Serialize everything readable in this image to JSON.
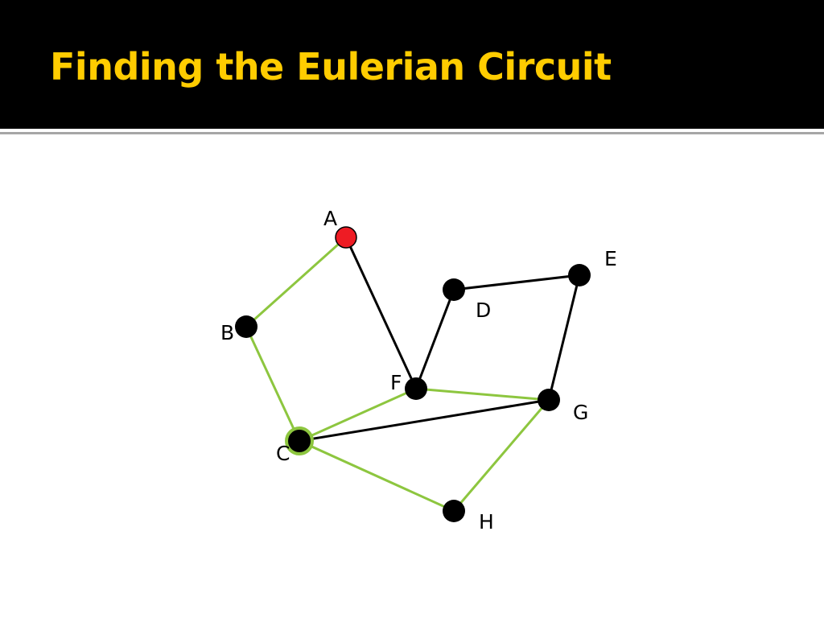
{
  "slide": {
    "title": "Finding the Eulerian Circuit",
    "title_color": "#ffcc00",
    "header_bg": "#000000"
  },
  "graph": {
    "colors": {
      "traversed_edge": "#8dc63f",
      "untraversed_edge": "#000000",
      "start_node": "#ee1c24",
      "node": "#000000",
      "current_node_ring": "#8dc63f"
    },
    "nodes": [
      {
        "id": "A",
        "label": "A",
        "state": "start"
      },
      {
        "id": "B",
        "label": "B",
        "state": "default"
      },
      {
        "id": "C",
        "label": "C",
        "state": "current"
      },
      {
        "id": "D",
        "label": "D",
        "state": "default"
      },
      {
        "id": "E",
        "label": "E",
        "state": "default"
      },
      {
        "id": "F",
        "label": "F",
        "state": "default"
      },
      {
        "id": "G",
        "label": "G",
        "state": "default"
      },
      {
        "id": "H",
        "label": "H",
        "state": "default"
      }
    ],
    "edges": [
      {
        "from": "A",
        "to": "B",
        "traversed": true
      },
      {
        "from": "B",
        "to": "C",
        "traversed": true
      },
      {
        "from": "C",
        "to": "F",
        "traversed": true
      },
      {
        "from": "F",
        "to": "G",
        "traversed": true
      },
      {
        "from": "G",
        "to": "H",
        "traversed": true
      },
      {
        "from": "H",
        "to": "C",
        "traversed": true
      },
      {
        "from": "A",
        "to": "F",
        "traversed": false
      },
      {
        "from": "F",
        "to": "D",
        "traversed": false
      },
      {
        "from": "D",
        "to": "E",
        "traversed": false
      },
      {
        "from": "E",
        "to": "G",
        "traversed": false
      },
      {
        "from": "C",
        "to": "G",
        "traversed": false
      }
    ]
  }
}
